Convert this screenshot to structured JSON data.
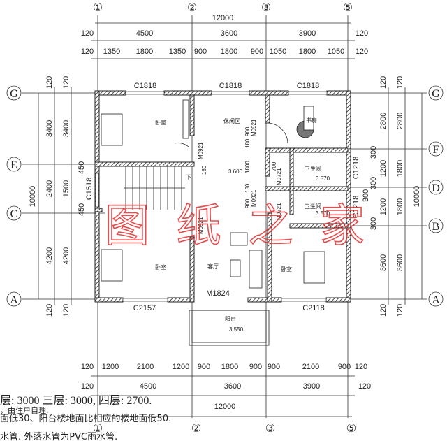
{
  "axes": {
    "columns": [
      "①",
      "②",
      "③",
      "⑤"
    ],
    "rows_left": [
      "G",
      "E",
      "C",
      "A"
    ],
    "rows_right": [
      "G",
      "F",
      "D",
      "B",
      "A"
    ]
  },
  "top_dims": {
    "total": "12000",
    "row2": [
      "120",
      "4500",
      "3600",
      "3900",
      "120"
    ],
    "row3": [
      "120",
      "1350",
      "1800",
      "1350",
      "900",
      "1800",
      "900",
      "1050",
      "1800",
      "1050",
      "120"
    ]
  },
  "bottom_dims": {
    "row1": [
      "120",
      "1200",
      "2100",
      "1200",
      "900",
      "1800",
      "900",
      "900",
      "2100",
      "900",
      "120"
    ],
    "row2": [
      "120",
      "4500",
      "3600",
      "3900",
      "120"
    ],
    "total": "12000"
  },
  "left_dims": {
    "total": "10000",
    "col1": [
      "120",
      "3400",
      "2400",
      "4200",
      "120"
    ],
    "col2": [
      "120",
      "3400",
      "450",
      "1500",
      "450",
      "4200",
      "120"
    ],
    "window": "C1518"
  },
  "right_dims": {
    "total": "10000",
    "col1": [
      "120",
      "2800",
      "300",
      "1200",
      "300",
      "300",
      "1200",
      "300",
      "3600",
      "120"
    ],
    "col2": [
      "120",
      "2800",
      "1800",
      "1800",
      "3600",
      "120"
    ],
    "windows": [
      "C1218",
      "C1218"
    ]
  },
  "windows": {
    "top": [
      "C1818",
      "C1818",
      "C1818"
    ],
    "bottom": [
      "C2157",
      "C2118"
    ]
  },
  "rooms": {
    "bedroom": "卧室",
    "lounge": "休闲区",
    "study": "书房",
    "bathroom": "卫生间",
    "living": "客厅",
    "balcony": "阳台",
    "down": "下"
  },
  "doors": [
    "M0921",
    "M0921",
    "M0921",
    "M0721",
    "M0721",
    "M0921",
    "M1824"
  ],
  "elevations": [
    "3.600",
    "3.570",
    "3.570",
    "3.550"
  ],
  "door_dims": [
    "900",
    "180",
    "1800",
    "180",
    "900",
    "700",
    "180"
  ],
  "watermark": "图纸之家",
  "notes": [
    "层: 3000 三层: 3000, 四层: 2700.",
    "，由住户自理.",
    "面低30、阳台楼地面比相应的楼地面低50.",
    "水管. 外落水管为PVC雨水管."
  ]
}
